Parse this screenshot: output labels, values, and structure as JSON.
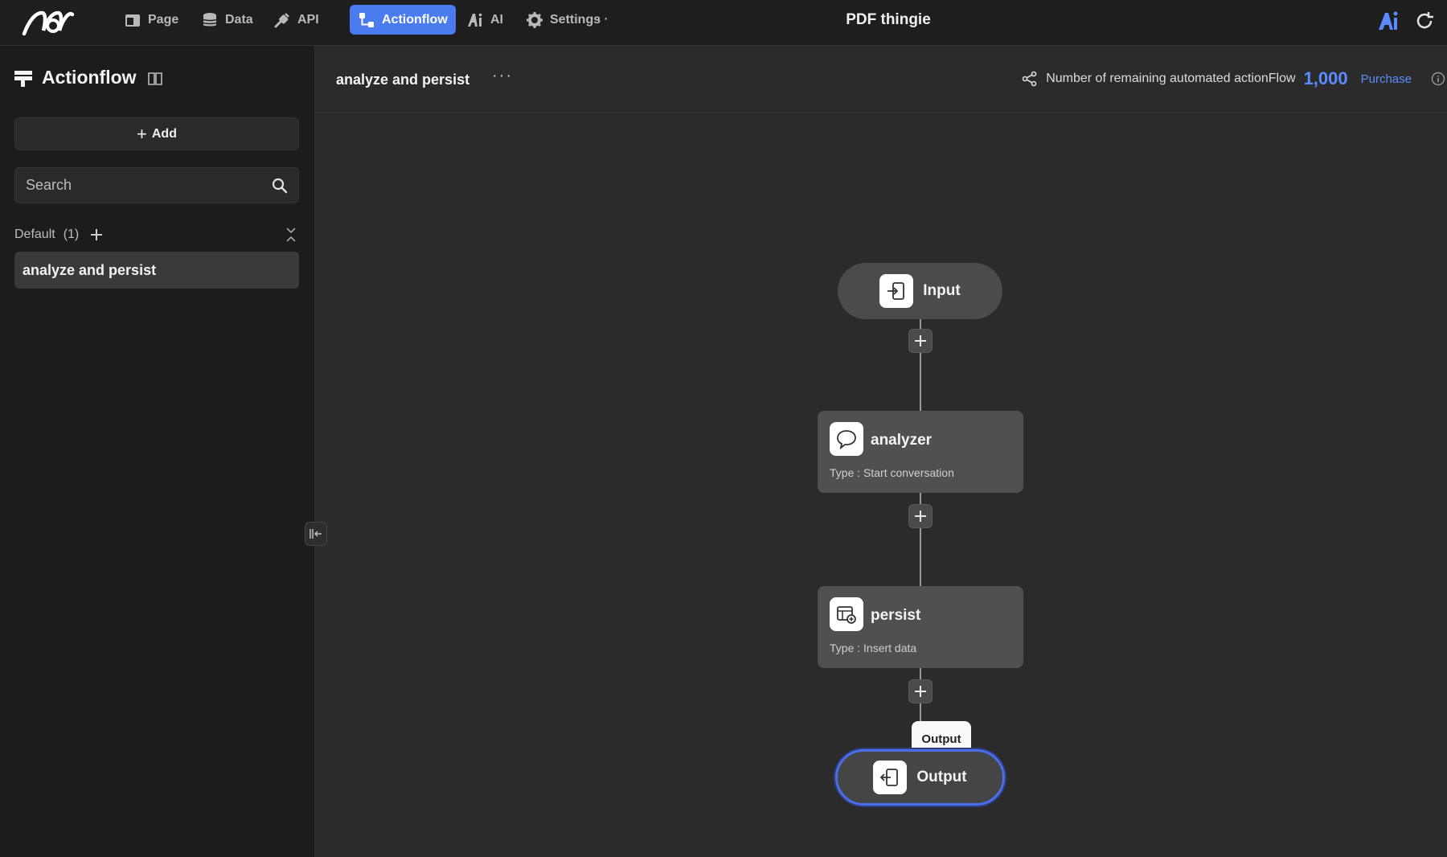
{
  "app": {
    "title": "PDF thingie"
  },
  "nav": {
    "items": [
      {
        "label": "Page",
        "icon": "page-icon",
        "active": false
      },
      {
        "label": "Data",
        "icon": "database-icon",
        "active": false
      },
      {
        "label": "API",
        "icon": "plug-icon",
        "active": false
      },
      {
        "label": "Actionflow",
        "icon": "flow-icon",
        "active": true
      },
      {
        "label": "AI",
        "icon": "ai-icon",
        "active": false
      },
      {
        "label": "Settings",
        "icon": "gear-icon",
        "active": false
      }
    ],
    "more": "···"
  },
  "sidebar": {
    "title": "Actionflow",
    "add_label": "Add",
    "search_placeholder": "Search",
    "group": {
      "name": "Default",
      "count": "(1)"
    },
    "items": [
      {
        "label": "analyze and persist",
        "selected": true
      }
    ]
  },
  "main": {
    "flow_title": "analyze and persist",
    "more": "···",
    "remaining_label": "Number of remaining automated actionFlow",
    "remaining_count": "1,000",
    "purchase_label": "Purchase"
  },
  "flow": {
    "input": {
      "label": "Input"
    },
    "nodes": [
      {
        "name": "analyzer",
        "type": "Type : Start conversation",
        "icon": "chat-bubble-icon"
      },
      {
        "name": "persist",
        "type": "Type : Insert data",
        "icon": "insert-data-icon"
      }
    ],
    "output": {
      "label": "Output",
      "tooltip": "Output"
    }
  },
  "colors": {
    "accent": "#4a7cf0",
    "link": "#5b8cff",
    "background": "#2b2b2b",
    "sidebar": "#1c1c1c"
  }
}
